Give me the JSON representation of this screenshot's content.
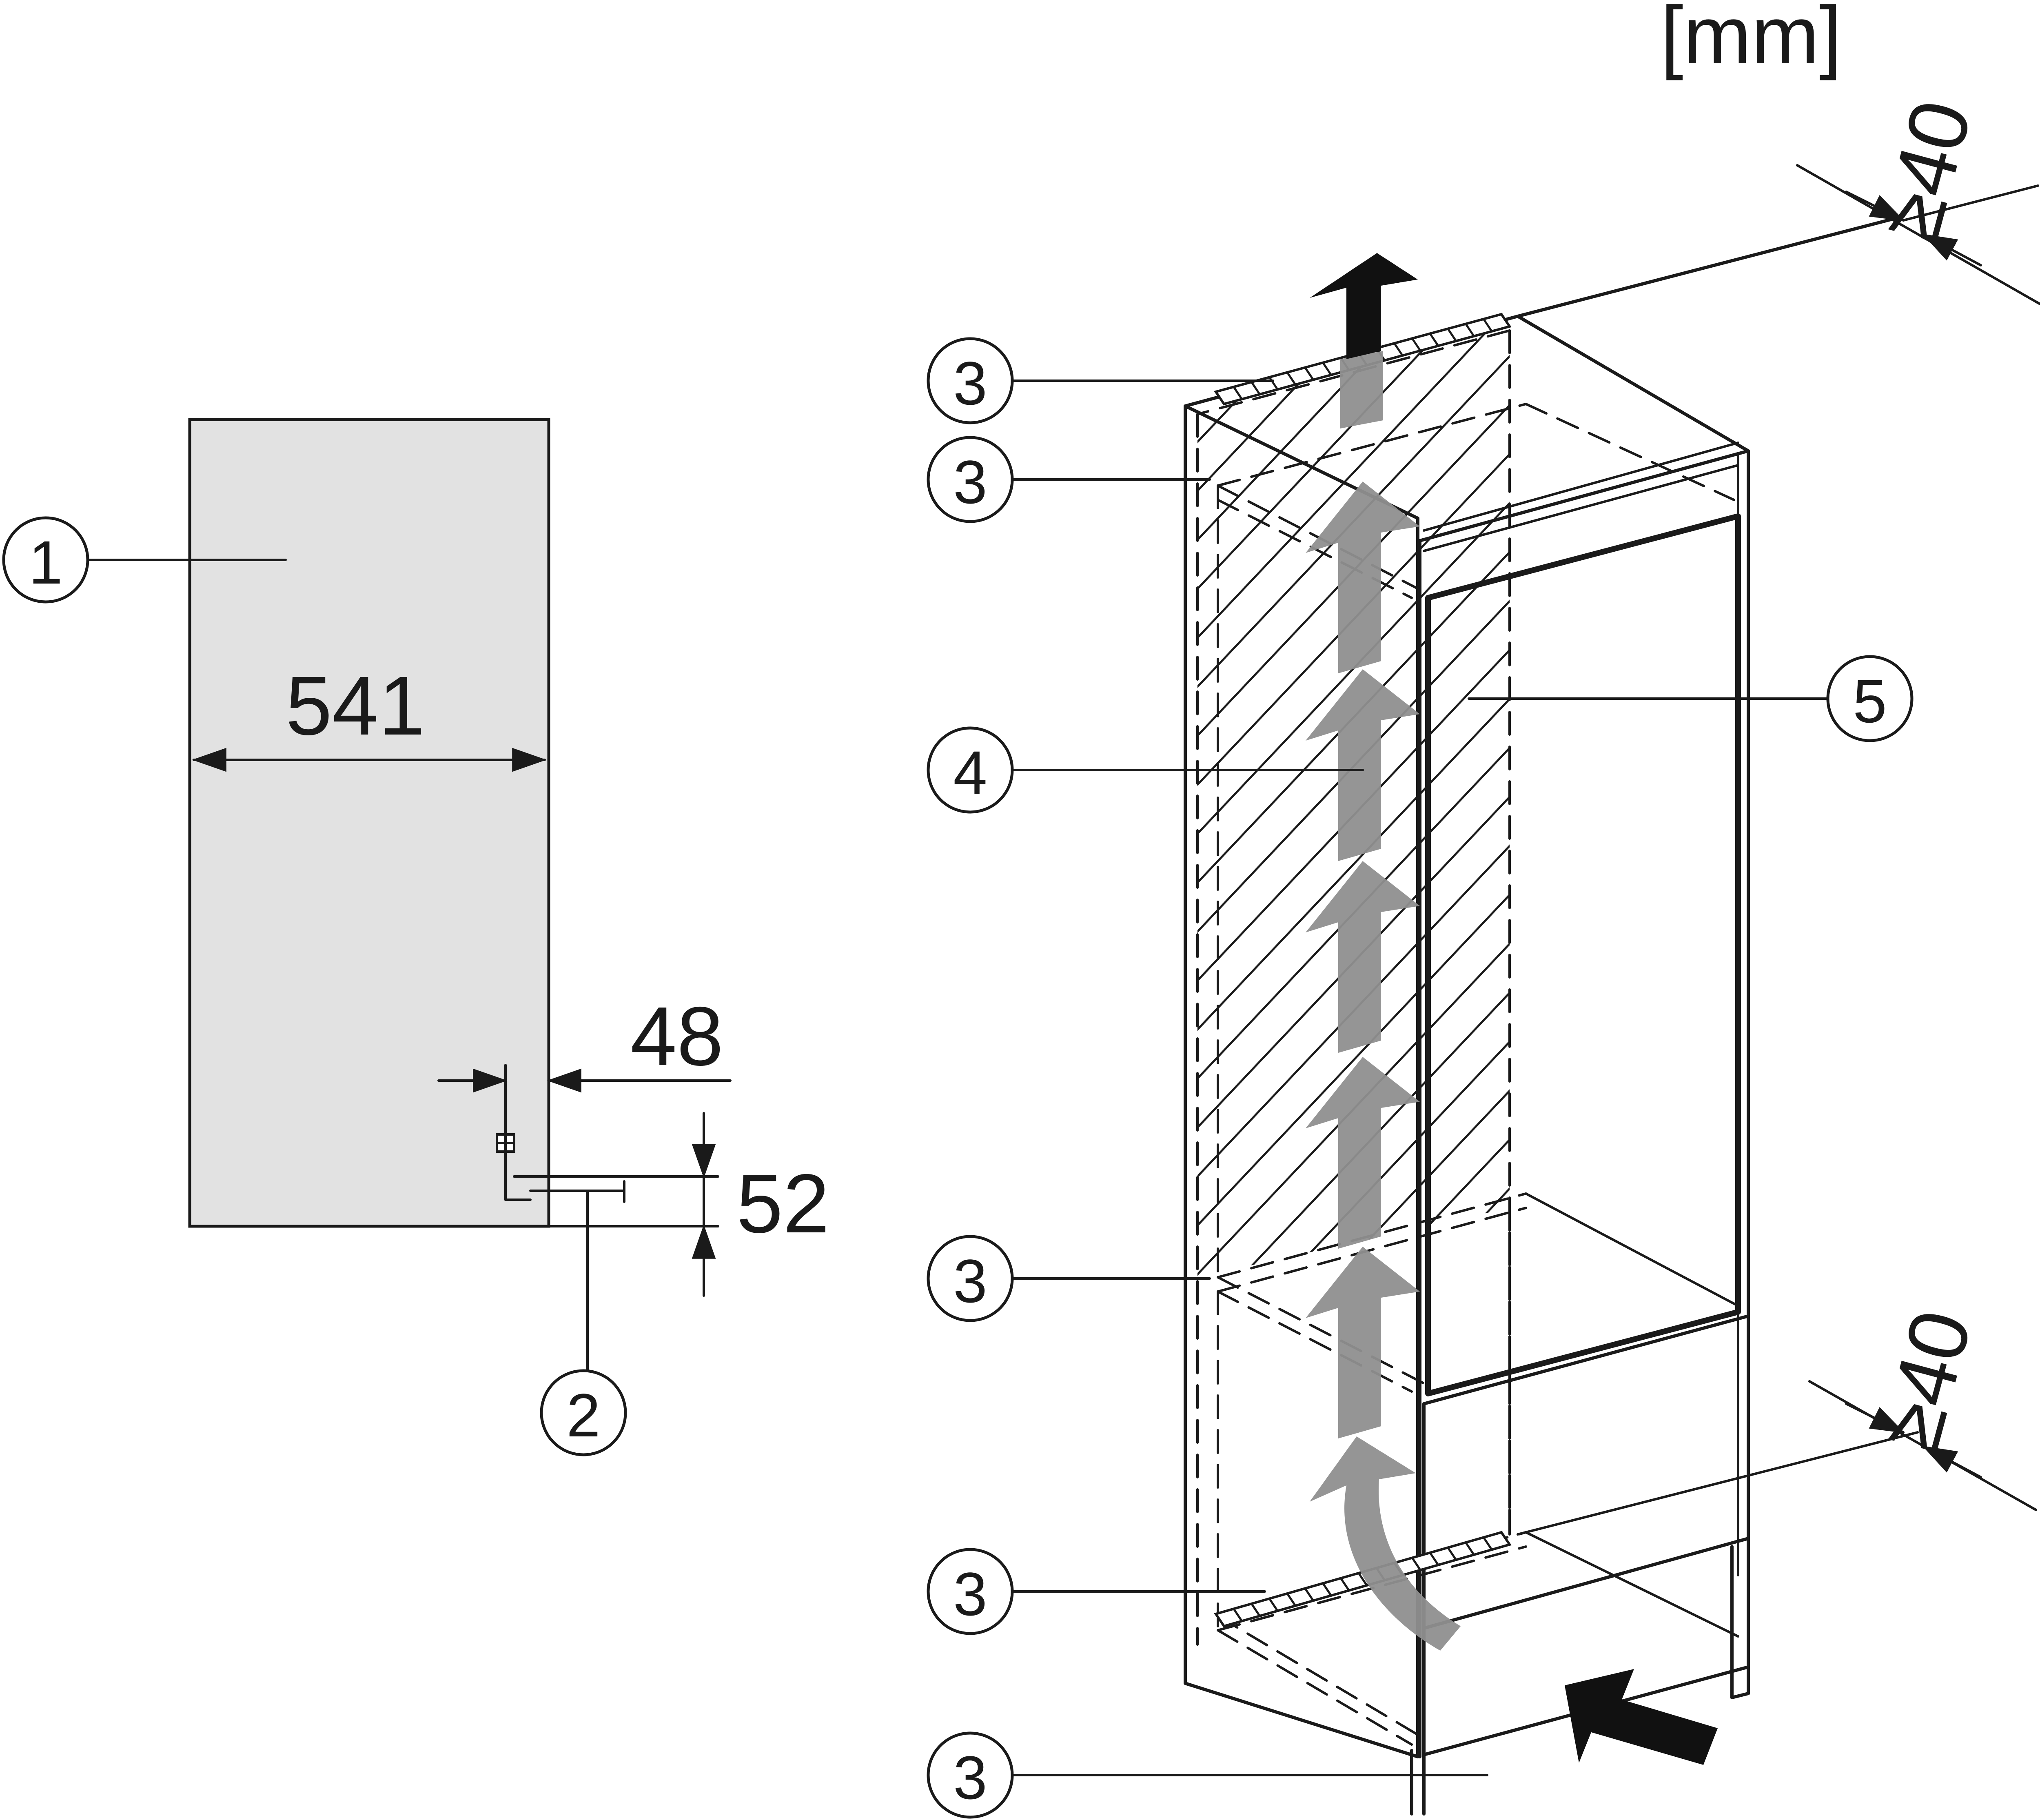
{
  "unit_label": "[mm]",
  "dimensions": {
    "width": "541",
    "offset_horizontal": "48",
    "offset_vertical": "52",
    "top_gap": "≥40",
    "bottom_gap": "≥40"
  },
  "callouts": {
    "c1": "1",
    "c2": "2",
    "c3_top_1": "3",
    "c3_top_2": "3",
    "c3_middle": "3",
    "c3_lower": "3",
    "c3_bottom": "3",
    "c4": "4",
    "c5": "5"
  },
  "colors": {
    "panel_fill": "#e2e2e2",
    "line": "#1a1a1a",
    "airflow_arrow": "#8f8f8f",
    "intake_exhaust_arrow": "#111111"
  }
}
